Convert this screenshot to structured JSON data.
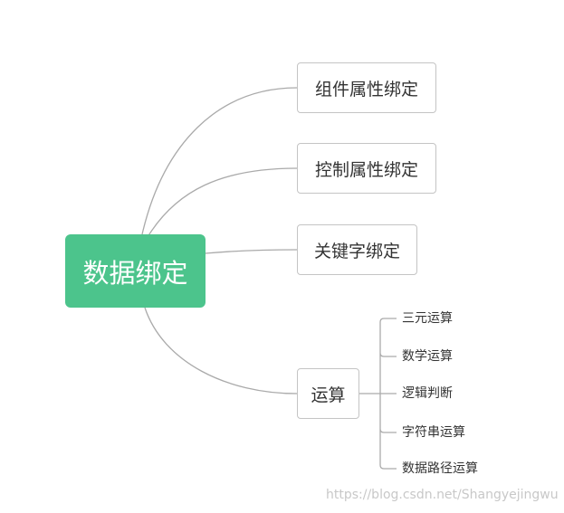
{
  "root": {
    "label": "数据绑定",
    "color": "#4cc48c"
  },
  "branches": [
    {
      "label": "组件属性绑定"
    },
    {
      "label": "控制属性绑定"
    },
    {
      "label": "关键字绑定"
    },
    {
      "label": "运算"
    }
  ],
  "sub_items": [
    {
      "label": "三元运算"
    },
    {
      "label": "数学运算"
    },
    {
      "label": "逻辑判断"
    },
    {
      "label": "字符串运算"
    },
    {
      "label": "数据路径运算"
    }
  ],
  "watermark": "https://blog.csdn.net/Shangyejingwu"
}
